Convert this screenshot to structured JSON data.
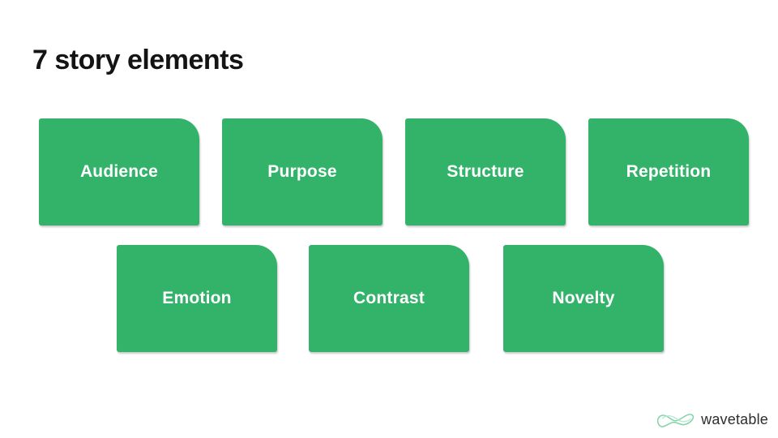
{
  "slide": {
    "title": "7 story elements"
  },
  "cards": {
    "row1": [
      {
        "label": "Audience"
      },
      {
        "label": "Purpose"
      },
      {
        "label": "Structure"
      },
      {
        "label": "Repetition"
      }
    ],
    "row2": [
      {
        "label": "Emotion"
      },
      {
        "label": "Contrast"
      },
      {
        "label": "Novelty"
      }
    ]
  },
  "branding": {
    "wordmark": "wavetable",
    "icon": "wave-icon"
  },
  "colors": {
    "background": "#ffffff",
    "card_fill": "#33b36a",
    "card_label": "#ffffff",
    "title_text": "#141414",
    "wordmark_text": "#2d2d2d",
    "logo_stroke_dark": "#83d3a8",
    "logo_stroke_light": "#b9e8d0"
  }
}
